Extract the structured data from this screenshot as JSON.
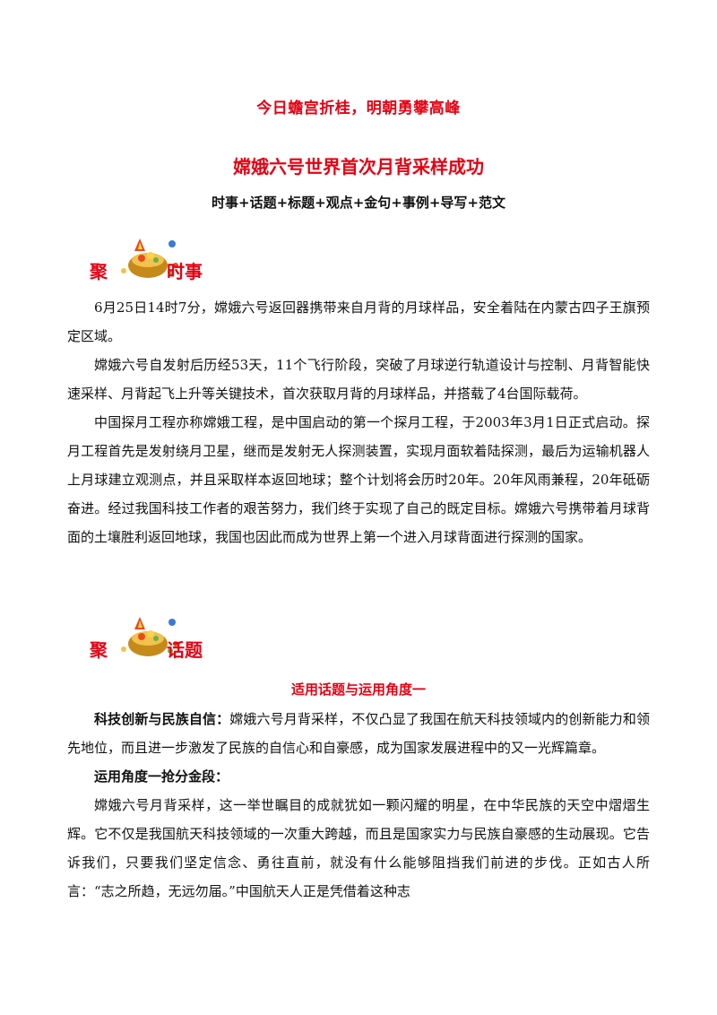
{
  "headings": {
    "line1": "今日蟾宫折桂，明朝勇攀高峰",
    "line2": "嫦娥六号世界首次月背采样成功",
    "line3": "时事+话题+标题+观点+金句+事例+导写+范文"
  },
  "section1": {
    "ju": "聚",
    "title": "时事",
    "paragraphs": [
      "6月25日14时7分，嫦娥六号返回器携带来自月背的月球样品，安全着陆在内蒙古四子王旗预定区域。",
      "嫦娥六号自发射后历经53天，11个飞行阶段，突破了月球逆行轨道设计与控制、月背智能快速采样、月背起飞上升等关键技术，首次获取月背的月球样品，并搭载了4台国际载荷。",
      "中国探月工程亦称嫦娥工程，是中国启动的第一个探月工程，于2003年3月1日正式启动。探月工程首先是发射绕月卫星，继而是发射无人探测装置，实现月面软着陆探测，最后为运输机器人上月球建立观测点，并且采取样本返回地球；整个计划将会历时20年。20年风雨兼程，20年砥砺奋进。经过我国科技工作者的艰苦努力，我们终于实现了自己的既定目标。嫦娥六号携带着月球背面的土壤胜利返回地球，我国也因此而成为世界上第一个进入月球背面进行探测的国家。"
    ]
  },
  "section2": {
    "ju": "聚",
    "title": "话题",
    "subheading": "适用话题与运用角度一",
    "topic_label": "科技创新与民族自信：",
    "topic_text": "嫦娥六号月背采样，不仅凸显了我国在航天科技领域内的创新能力和领先地位，而且进一步激发了民族的自信心和自豪感，成为国家发展进程中的又一光辉篇章。",
    "angle_label": "运用角度一抢分金段：",
    "angle_text": "嫦娥六号月背采样，这一举世瞩目的成就犹如一颗闪耀的明星，在中华民族的天空中熠熠生辉。它不仅是我国航天科技领域的一次重大跨越，而且是国家实力与民族自豪感的生动展现。它告诉我们，只要我们坚定信念、勇往直前，就没有什么能够阻挡我们前进的步伐。正如古人所言：“志之所趋，无远勿届。”中国航天人正是凭借着这种志"
  },
  "colors": {
    "accent": "#e60012",
    "text": "#111111"
  },
  "icons": [
    "treasure-pot-icon"
  ]
}
